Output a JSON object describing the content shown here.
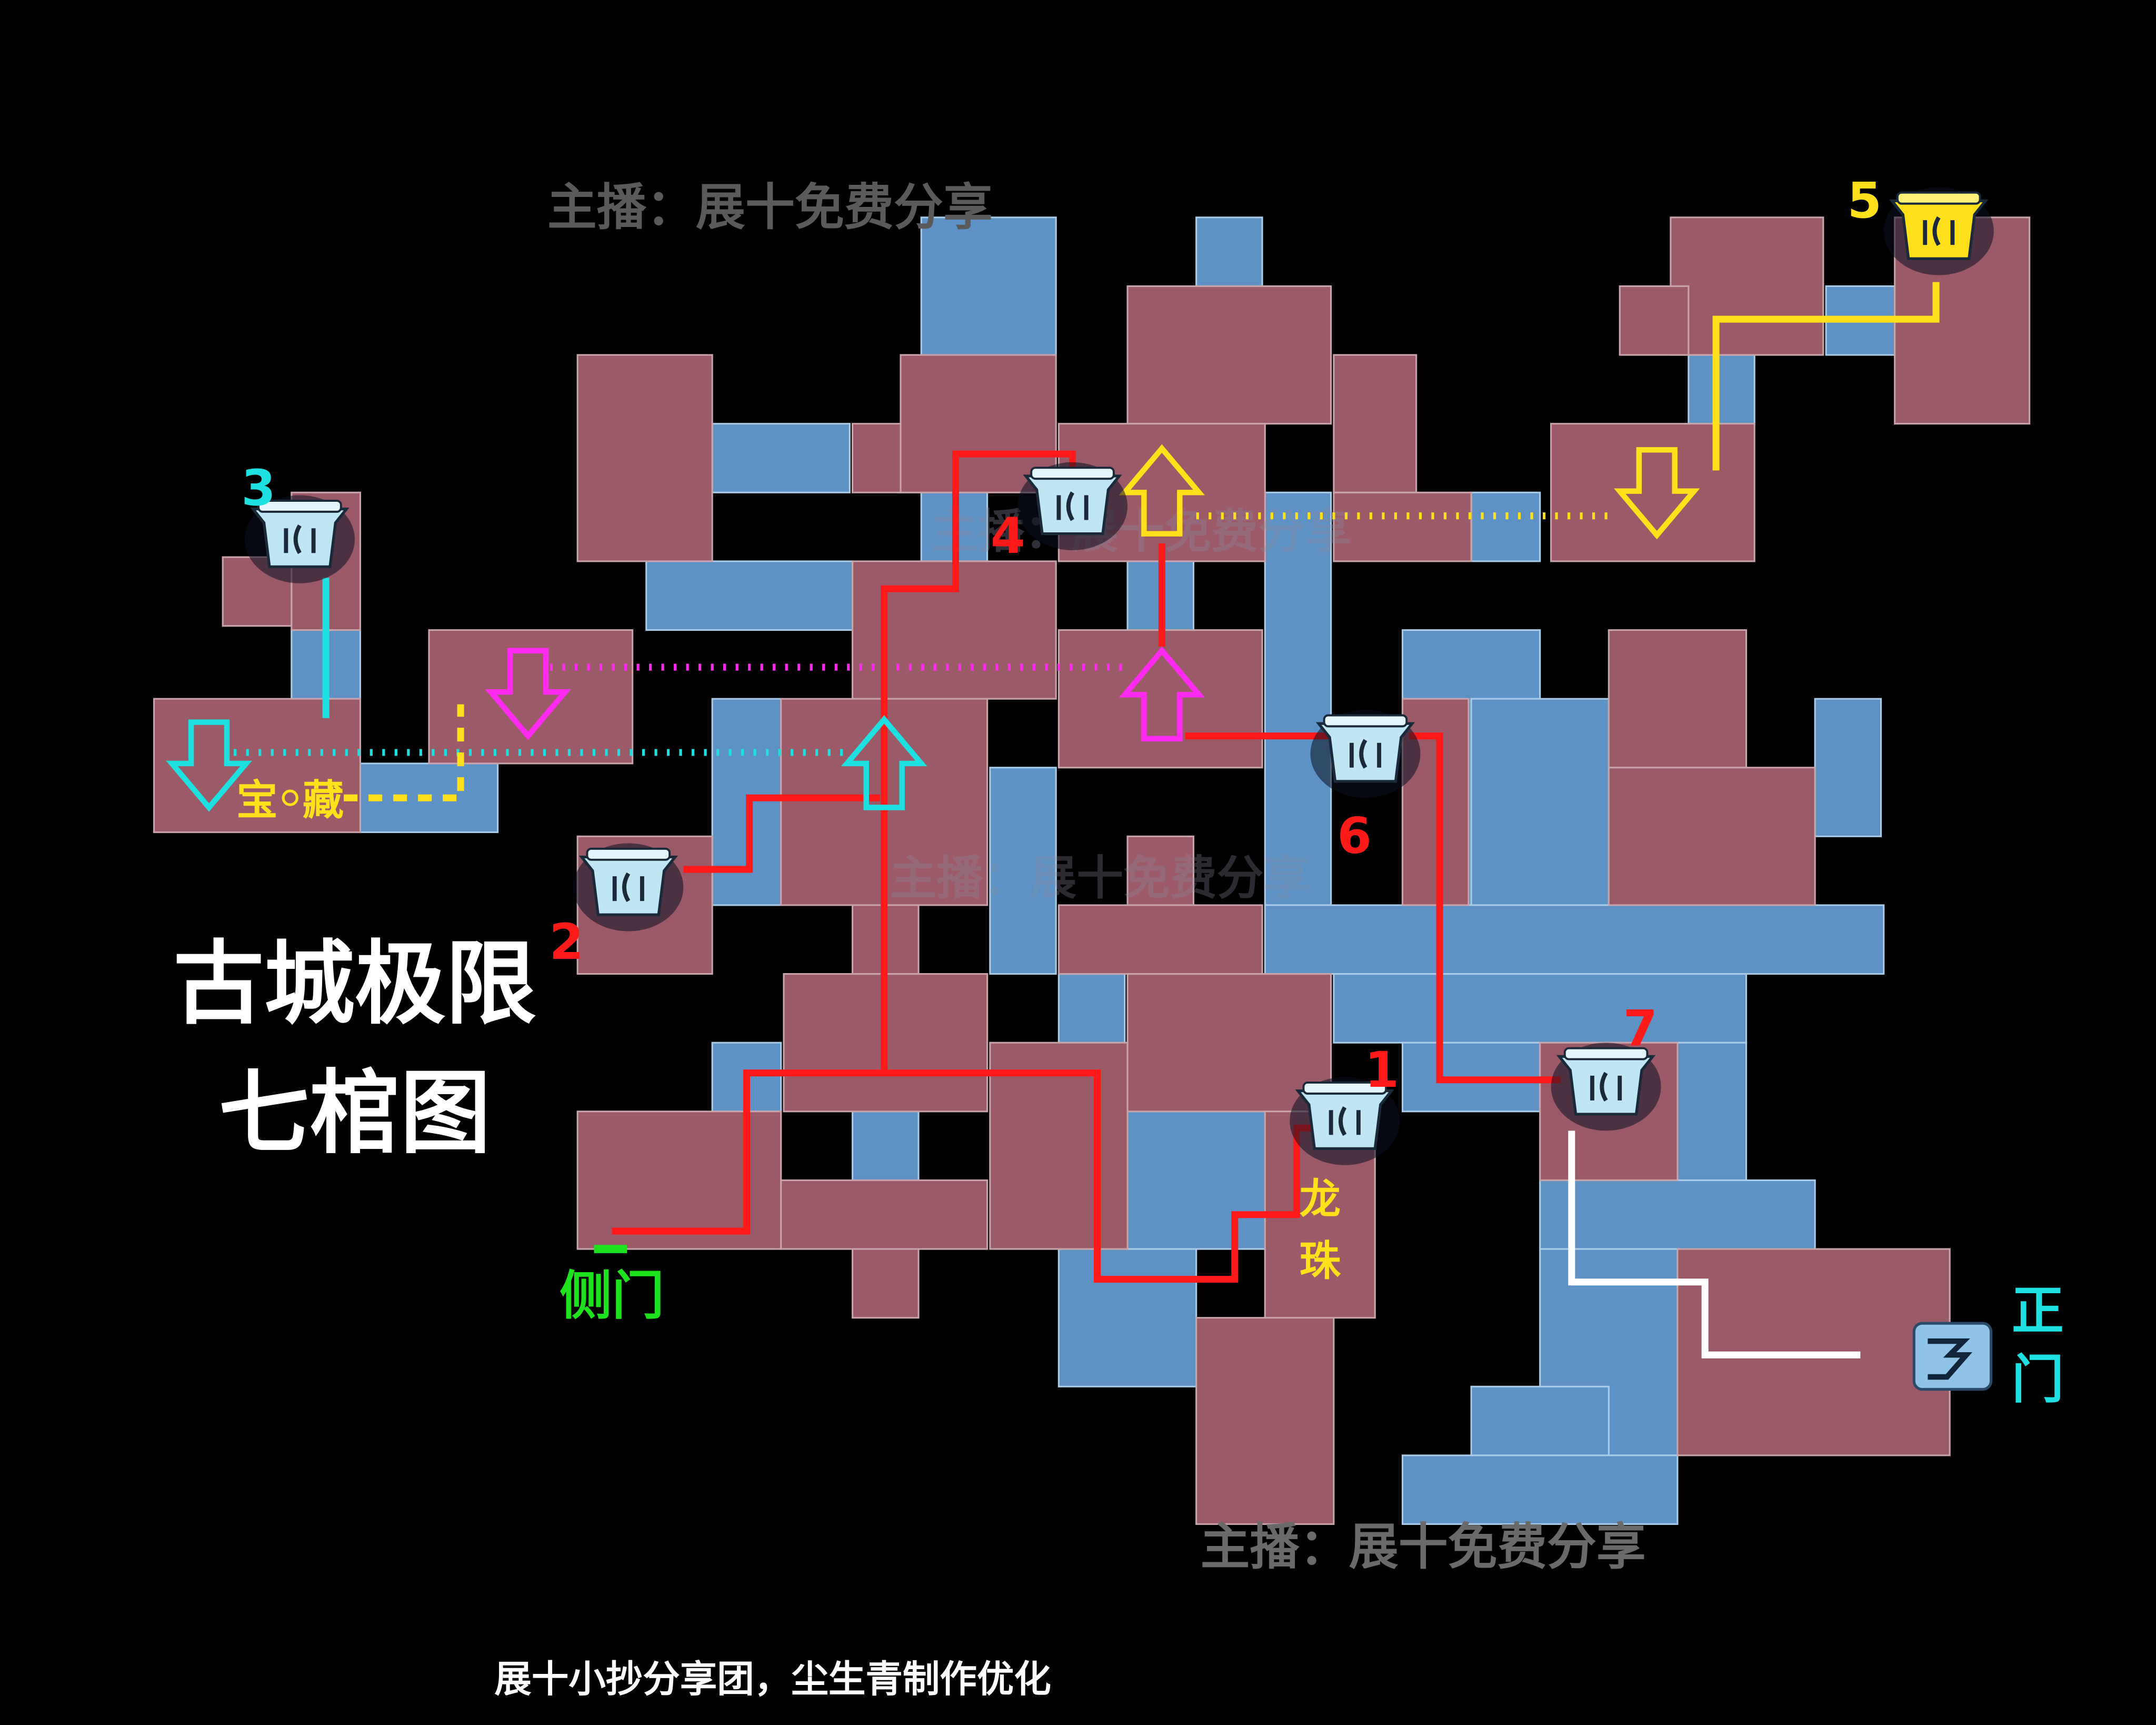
{
  "title": {
    "line1": "古城极限",
    "line2": "七棺图"
  },
  "watermarks": [
    "主播：展十免费分享",
    "主播：展十免费分享",
    "主播：展十免费分享",
    "主播：展十免费分享"
  ],
  "footer": "展十小抄分享团，尘生青制作优化",
  "coffins": [
    {
      "number": "1",
      "color": "#ff1a1a"
    },
    {
      "number": "2",
      "color": "#ff1a1a"
    },
    {
      "number": "3",
      "color": "#1fe0e0"
    },
    {
      "number": "4",
      "color": "#ff1a1a"
    },
    {
      "number": "5",
      "color": "#ffe01a"
    },
    {
      "number": "6",
      "color": "#ff1a1a"
    },
    {
      "number": "7",
      "color": "#ff1a1a"
    }
  ],
  "labels": {
    "treasure_1": "宝",
    "treasure_2": "藏",
    "dragon_pearl_1": "龙",
    "dragon_pearl_2": "珠",
    "side_door": "侧门",
    "main_gate_1": "正",
    "main_gate_2": "门"
  },
  "colors": {
    "red_route": "#ff1a1a",
    "yellow_route": "#ffe01a",
    "cyan_route": "#1fe0e0",
    "magenta_route": "#ff2af0",
    "white_route": "#ffffff",
    "side_door": "#1ee21e"
  }
}
